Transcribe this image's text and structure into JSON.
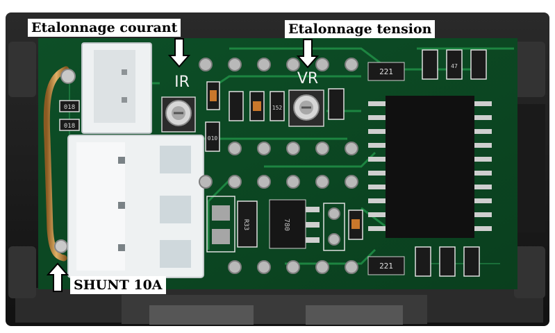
{
  "labels": {
    "current_calibration": "Etalonnage courant",
    "voltage_calibration": "Etalonnage tension",
    "shunt": "SHUNT 10A"
  },
  "silkscreen": {
    "ir": "IR",
    "vr": "VR",
    "resistor_221": "221",
    "regulator": "780",
    "r33": "R33",
    "r18": "018",
    "r18b": "018",
    "r10": "010",
    "r47": "47",
    "r152": "152"
  },
  "colors": {
    "board": "#0f5a2c",
    "trace": "#1f8c45",
    "case": "#1c1c1c",
    "connector": "#eef1f2",
    "chip": "#101010"
  }
}
